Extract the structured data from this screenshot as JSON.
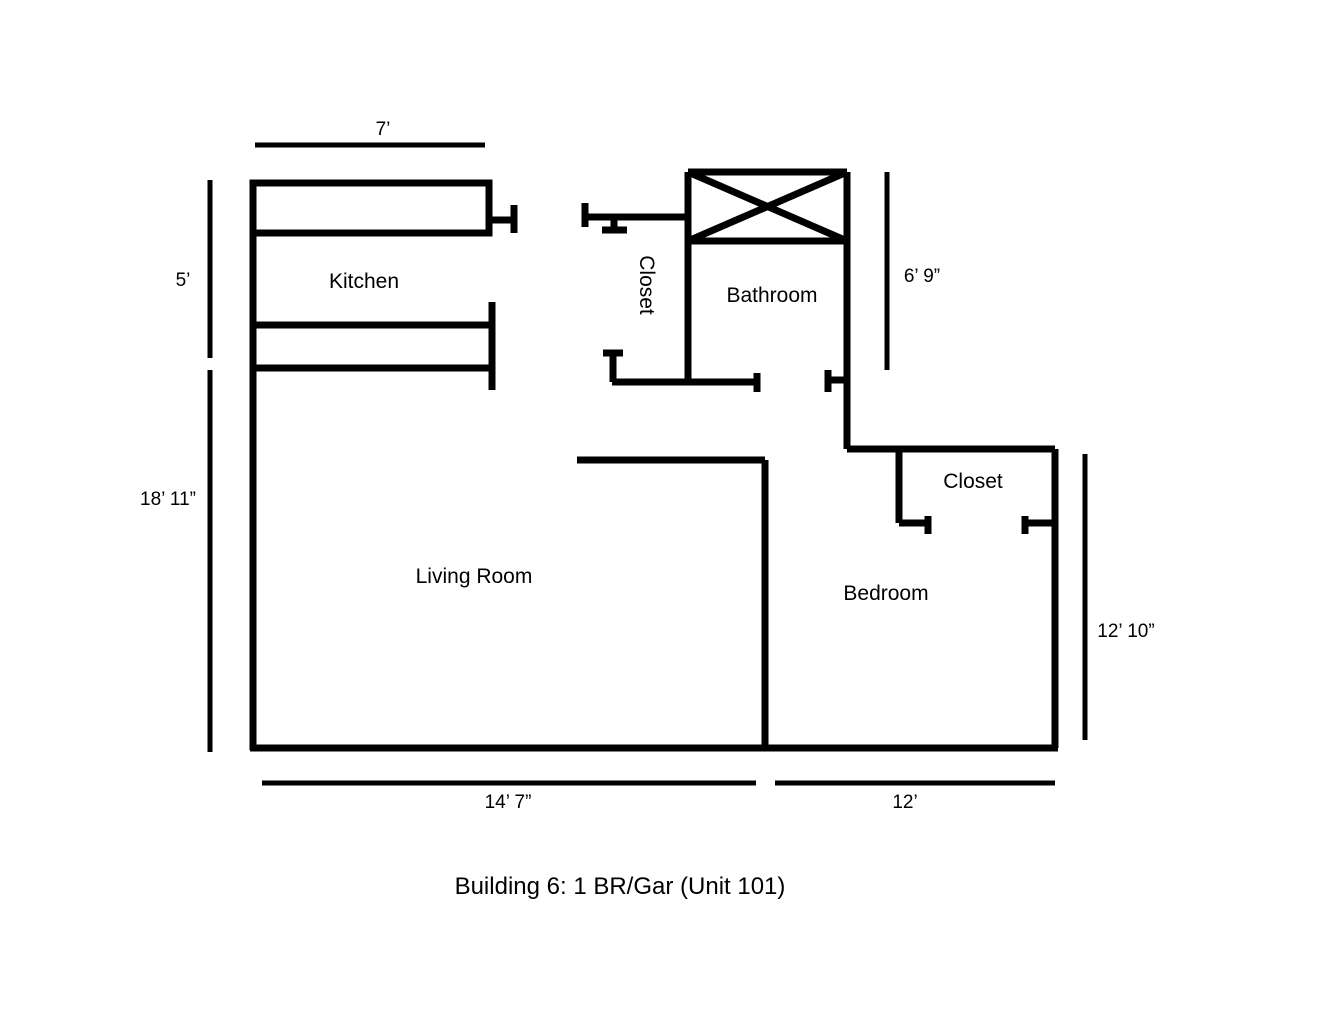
{
  "title": "Building 6: 1 BR/Gar (Unit 101)",
  "colors": {
    "line": "#000000",
    "background": "#ffffff"
  },
  "rooms": {
    "kitchen": "Kitchen",
    "hall_closet": "Closet",
    "bathroom": "Bathroom",
    "living_room": "Living Room",
    "bedroom": "Bedroom",
    "bedroom_closet": "Closet"
  },
  "dimensions": {
    "kitchen_width": "7’",
    "kitchen_depth": "5’",
    "left_height": "18’ 11”",
    "bathroom_height": "6’ 9”",
    "bedroom_height": "12’ 10”",
    "living_width": "14’ 7”",
    "bedroom_width": "12’"
  }
}
